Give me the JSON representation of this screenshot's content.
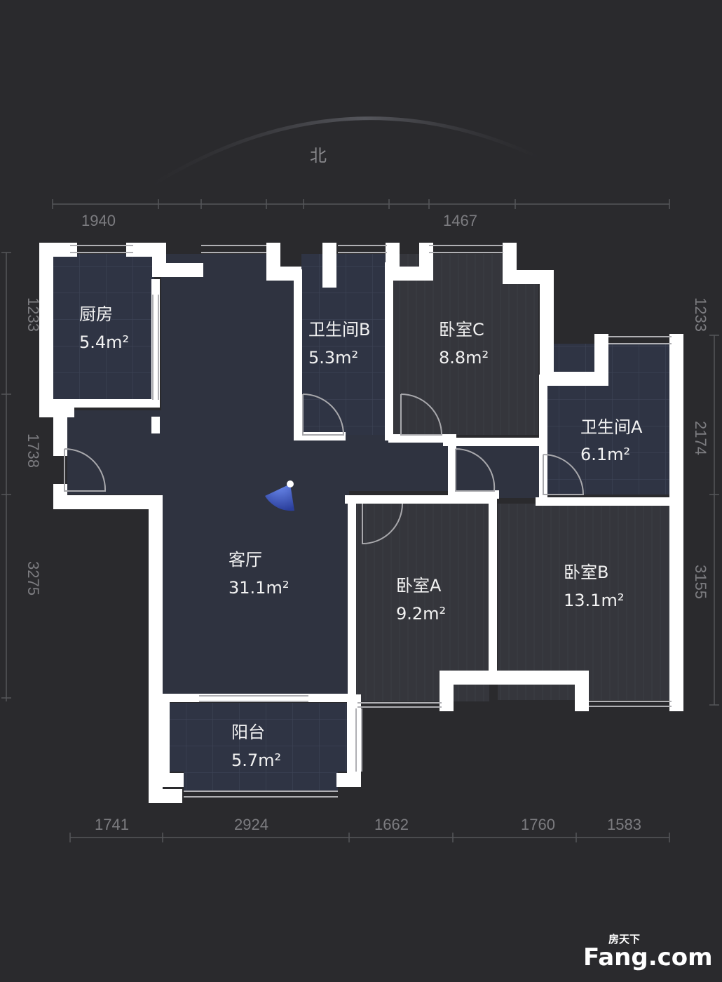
{
  "compass": {
    "label": "北"
  },
  "rooms": [
    {
      "id": "kitchen",
      "name": "厨房",
      "area": "5.4m²"
    },
    {
      "id": "bath-b",
      "name": "卫生间B",
      "area": "5.3m²"
    },
    {
      "id": "bed-c",
      "name": "卧室C",
      "area": "8.8m²"
    },
    {
      "id": "bath-a",
      "name": "卫生间A",
      "area": "6.1m²"
    },
    {
      "id": "living",
      "name": "客厅",
      "area": "31.1m²"
    },
    {
      "id": "bed-a",
      "name": "卧室A",
      "area": "9.2m²"
    },
    {
      "id": "bed-b",
      "name": "卧室B",
      "area": "13.1m²"
    },
    {
      "id": "balcony",
      "name": "阳台",
      "area": "5.7m²"
    }
  ],
  "dimensions": {
    "top": [
      "1940",
      "1467"
    ],
    "bottom": [
      "1741",
      "2924",
      "1662",
      "1760",
      "1583"
    ],
    "left": [
      "1233",
      "1738",
      "3275"
    ],
    "right": [
      "1233",
      "2174",
      "3155"
    ]
  },
  "watermark": {
    "cn": "房天下",
    "en": "Fang.com"
  },
  "colors": {
    "background": "#2a2a2d",
    "wall": "#ffffff",
    "room_fill": "#2f3340",
    "accent": "#4f6bd8"
  }
}
